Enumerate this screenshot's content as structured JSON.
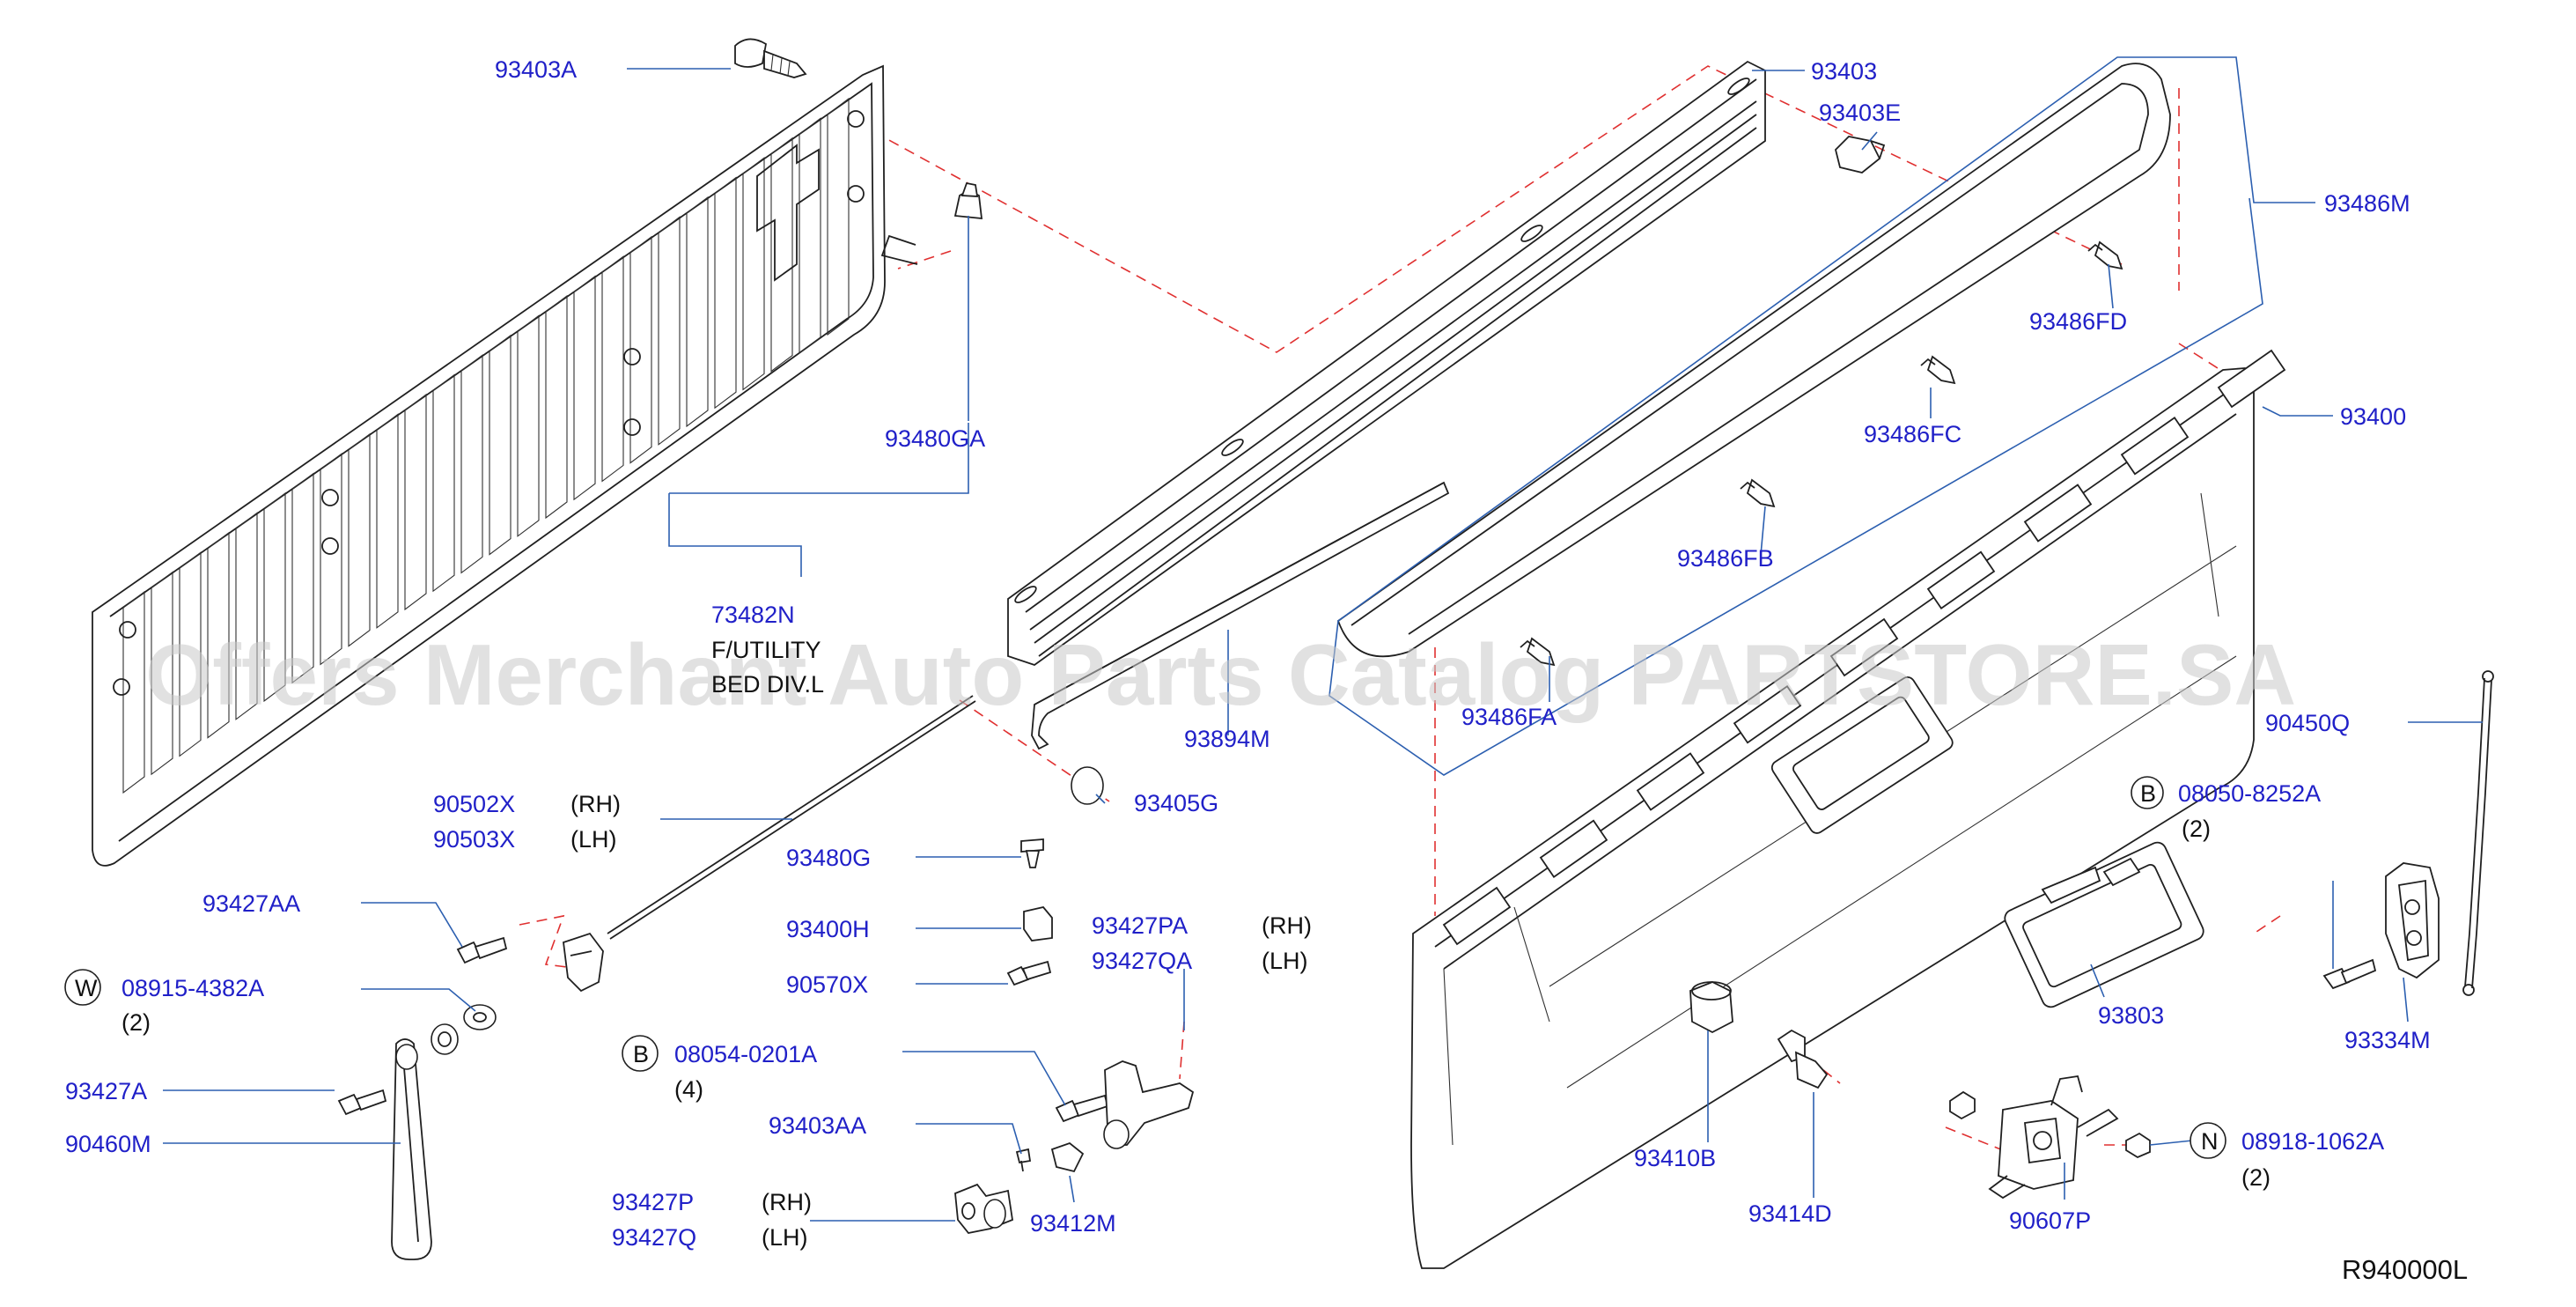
{
  "diagram": {
    "watermark": "Offers Merchant Auto Parts Catalog PARTSTORE.SA",
    "reference": "R940000L",
    "colors": {
      "part_label": "#2020c8",
      "leader": "#2c5fb0",
      "dashed_guide": "#e03030",
      "outline": "#202020"
    },
    "labels": {
      "p93403A": "93403A",
      "p93403": "93403",
      "p93403E": "93403E",
      "p93486M": "93486M",
      "p93486FD": "93486FD",
      "p93480GA": "93480GA",
      "p93486FC": "93486FC",
      "p93400": "93400",
      "p73482N": "73482N",
      "n73482_line1": "F/UTILITY",
      "n73482_line2": "BED DIV.L",
      "p93486FB": "93486FB",
      "p93486FA": "93486FA",
      "p93894M": "93894M",
      "p90450Q": "90450Q",
      "p90502X": "90502X",
      "n90502X": "(RH)",
      "p90503X": "90503X",
      "n90503X": "(LH)",
      "p93405G": "93405G",
      "p08050": "08050-8252A",
      "b08050": "B",
      "q08050": "(2)",
      "p93427AA": "93427AA",
      "p93480G": "93480G",
      "p93400H": "93400H",
      "p93427PA": "93427PA",
      "n93427PA": "(RH)",
      "p93427QA": "93427QA",
      "n93427QA": "(LH)",
      "p08915": "08915-4382A",
      "w08915": "W",
      "q08915": "(2)",
      "p90570X": "90570X",
      "p93803": "93803",
      "p93334M": "93334M",
      "p08054": "08054-0201A",
      "b08054": "B",
      "q08054": "(4)",
      "p93427A": "93427A",
      "p90460M": "90460M",
      "p93403AA": "93403AA",
      "p93410B": "93410B",
      "p08918": "08918-1062A",
      "n08918": "N",
      "q08918": "(2)",
      "p93427P": "93427P",
      "n93427P": "(RH)",
      "p93427Q": "93427Q",
      "n93427Q": "(LH)",
      "p93412M": "93412M",
      "p93414D": "93414D",
      "p90607P": "90607P"
    }
  }
}
